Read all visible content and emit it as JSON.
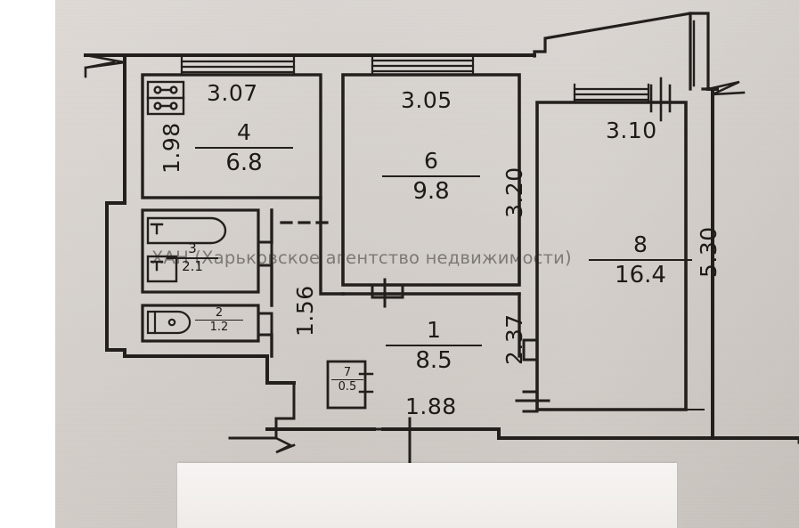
{
  "document": {
    "type": "apartment-floor-plan",
    "watermark": "ХАН (Харьковское агентство недвижимости)",
    "ink_color": "#1d1a18",
    "paper_color": "#d5cfca"
  },
  "rooms": [
    {
      "number": "1",
      "area": "8.5",
      "name_hint": "hallway"
    },
    {
      "number": "2",
      "area": "1.2",
      "name_hint": "toilet"
    },
    {
      "number": "3",
      "area": "2.1",
      "name_hint": "bathroom"
    },
    {
      "number": "4",
      "area": "6.8",
      "name_hint": "kitchen"
    },
    {
      "number": "6",
      "area": "9.8",
      "name_hint": "room"
    },
    {
      "number": "7",
      "area": "0.5",
      "name_hint": "closet"
    },
    {
      "number": "8",
      "area": "16.4",
      "name_hint": "living-room"
    }
  ],
  "dimensions": {
    "kitchen_width": "3.07",
    "kitchen_height": "1.98",
    "room6_width": "3.05",
    "room6_height": "3.20",
    "room8_width": "3.10",
    "room8_height": "5.30",
    "bath_block_height": "1.56",
    "hall_height": "2.37",
    "hall_width": "1.88"
  },
  "fixtures": [
    {
      "icon": "stove-icon",
      "room": "4"
    },
    {
      "icon": "bathtub-icon",
      "room": "3"
    },
    {
      "icon": "washbasin-icon",
      "room": "3"
    },
    {
      "icon": "toilet-icon",
      "room": "2"
    }
  ],
  "features": {
    "balcony": "balcony-top-right",
    "entrance_door": "entrance-door-arc",
    "windows": 4
  }
}
